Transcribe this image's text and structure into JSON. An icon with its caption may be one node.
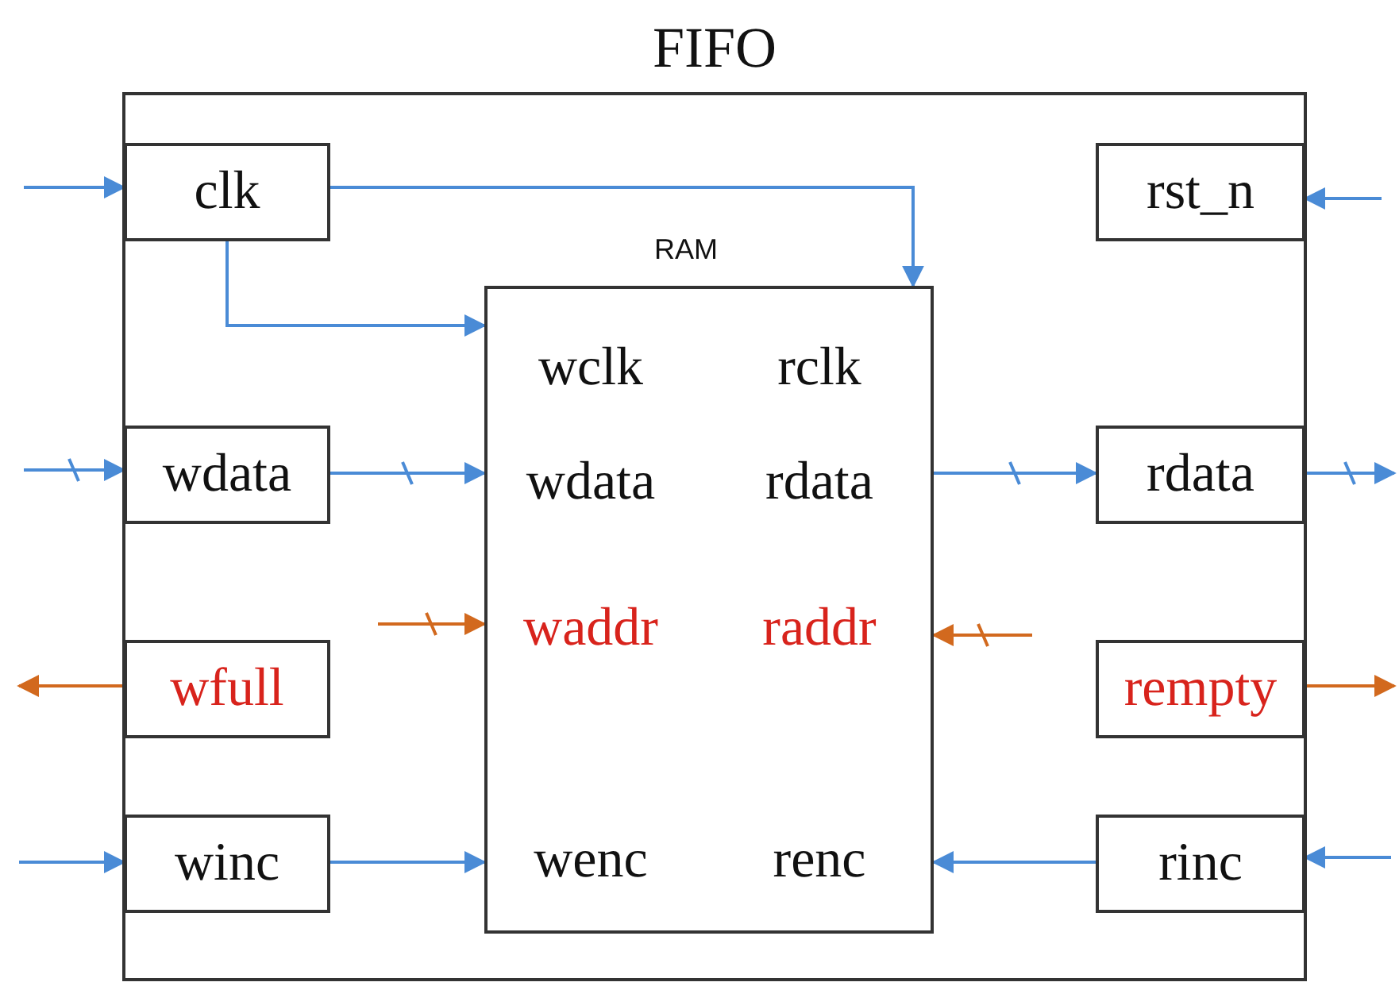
{
  "diagram": {
    "nodes": [
      {
        "text": [
          "FIFO"
        ]
      },
      {
        "text": [
          "clk"
        ],
        "in": 0
      },
      {
        "text": [
          "rst_n"
        ],
        "in": 0
      },
      {
        "text": [
          "wdata"
        ],
        "in": 0
      },
      {
        "text": [
          "rdata"
        ],
        "in": 0
      },
      {
        "text": [
          "wfull"
        ],
        "in": 0
      },
      {
        "text": [
          "rempty"
        ],
        "in": 0
      },
      {
        "text": [
          "winc"
        ],
        "in": 0
      },
      {
        "text": [
          "rinc"
        ],
        "in": 0
      },
      {
        "text": [
          "RAM",
          "wclk",
          "rclk",
          "wdata",
          "rdata",
          "waddr",
          "raddr",
          "wenc",
          "renc"
        ],
        "in": 0
      }
    ],
    "edges": [
      {
        "from": null,
        "to": 1,
        "arrow": "to"
      },
      {
        "from": 1,
        "to": 9,
        "arrow": "to"
      },
      {
        "from": 1,
        "to": 9,
        "arrow": "to"
      },
      {
        "from": null,
        "to": 2,
        "arrow": "to"
      },
      {
        "from": null,
        "to": 3,
        "arrow": "to"
      },
      {
        "from": 3,
        "to": 9,
        "arrow": "to"
      },
      {
        "from": 9,
        "to": 4,
        "arrow": "to"
      },
      {
        "from": 4,
        "to": null,
        "arrow": "to"
      },
      {
        "from": null,
        "to": 9,
        "arrow": "to",
        "color": "#d2691e"
      },
      {
        "from": null,
        "to": 9,
        "arrow": "to",
        "color": "#d2691e"
      },
      {
        "from": 5,
        "to": null,
        "arrow": "to",
        "color": "#d2691e"
      },
      {
        "from": 6,
        "to": null,
        "arrow": "to",
        "color": "#d2691e"
      },
      {
        "from": null,
        "to": 7,
        "arrow": "to"
      },
      {
        "from": 7,
        "to": 9,
        "arrow": "to"
      },
      {
        "from": 8,
        "to": 9,
        "arrow": "to"
      },
      {
        "from": null,
        "to": 8,
        "arrow": "to"
      }
    ]
  }
}
